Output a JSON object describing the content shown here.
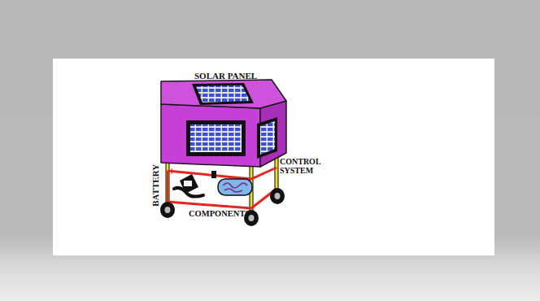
{
  "diagram": {
    "labels": [
      "SOLAR PANEL",
      "+",
      "BATTERY",
      "CONTROL SYSTEM",
      "COMPONENTS"
    ]
  }
}
